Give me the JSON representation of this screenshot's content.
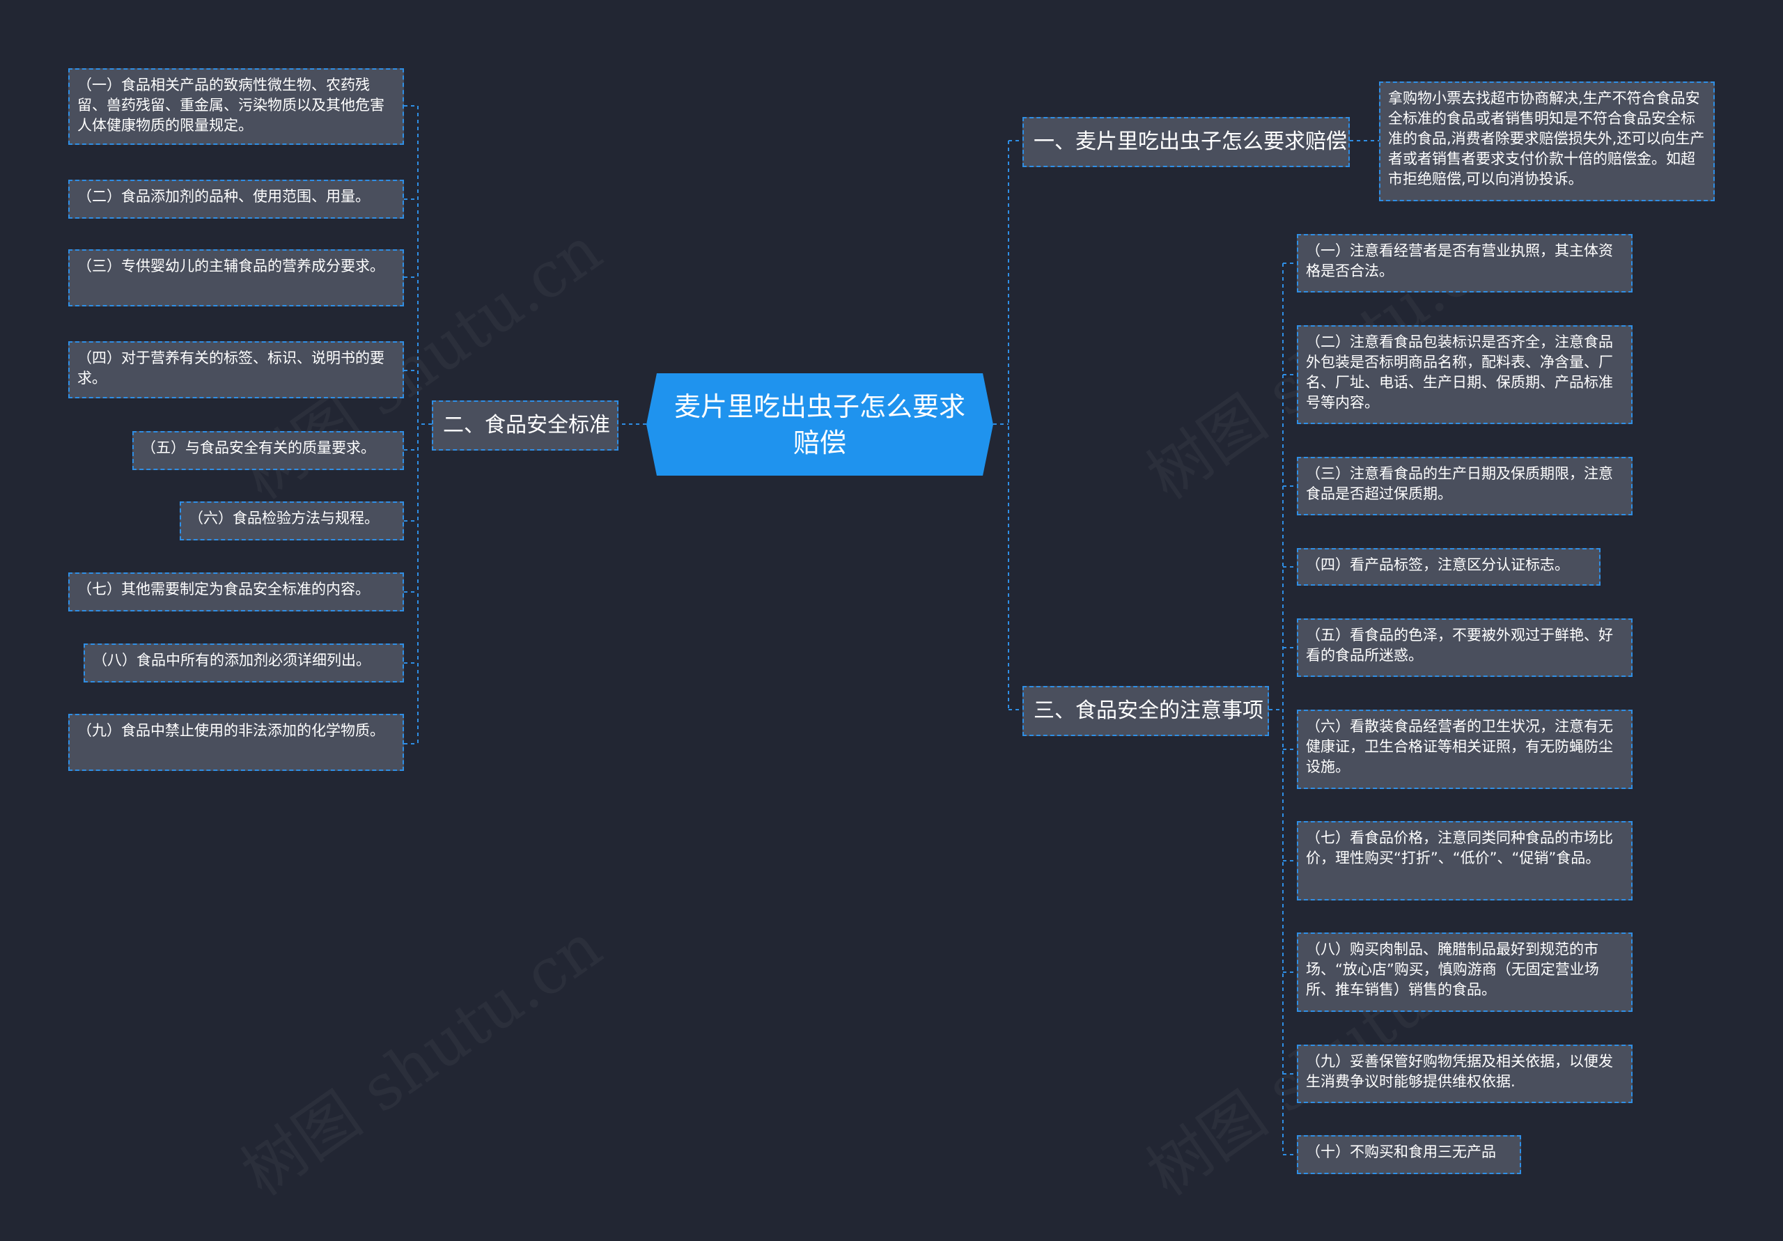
{
  "title": "麦片里吃出虫子怎么要求赔偿",
  "watermark": "树图 shutu.cn",
  "colors": {
    "background": "#222633",
    "root": "#1f93ee",
    "node": "#4a4f5d",
    "connector": "#2f8fe6"
  },
  "branches": {
    "b1": {
      "label": "一、麦片里吃出虫子怎么要求赔偿",
      "children": [
        "拿购物小票去找超市协商解决,生产不符合食品安全标准的食品或者销售明知是不符合食品安全标准的食品,消费者除要求赔偿损失外,还可以向生产者或者销售者要求支付价款十倍的赔偿金。如超市拒绝赔偿,可以向消协投诉。"
      ]
    },
    "b2": {
      "label": "二、食品安全标准",
      "children": [
        "（一）食品相关产品的致病性微生物、农药残留、兽药残留、重金属、污染物质以及其他危害人体健康物质的限量规定。",
        "（二）食品添加剂的品种、使用范围、用量。",
        "（三）专供婴幼儿的主辅食品的营养成分要求。",
        "（四）对于营养有关的标签、标识、说明书的要求。",
        "（五）与食品安全有关的质量要求。",
        "（六）食品检验方法与规程。",
        "（七）其他需要制定为食品安全标准的内容。",
        "（八）食品中所有的添加剂必须详细列出。",
        "（九）食品中禁止使用的非法添加的化学物质。"
      ]
    },
    "b3": {
      "label": "三、食品安全的注意事项",
      "children": [
        "（一）注意看经营者是否有营业执照，其主体资格是否合法。",
        "（二）注意看食品包装标识是否齐全，注意食品外包装是否标明商品名称，配料表、净含量、厂名、厂址、电话、生产日期、保质期、产品标准号等内容。",
        "（三）注意看食品的生产日期及保质期限，注意食品是否超过保质期。",
        "（四）看产品标签，注意区分认证标志。",
        "（五）看食品的色泽，不要被外观过于鲜艳、好看的食品所迷惑。",
        "（六）看散装食品经营者的卫生状况，注意有无健康证，卫生合格证等相关证照，有无防蝇防尘设施。",
        "（七）看食品价格，注意同类同种食品的市场比价，理性购买“打折”、“低价”、“促销”食品。",
        "（八）购买肉制品、腌腊制品最好到规范的市场、“放心店”购买，慎购游商（无固定营业场所、推车销售）销售的食品。",
        "（九）妥善保管好购物凭据及相关依据，以便发生消费争议时能够提供维权依据.",
        "（十）不购买和食用三无产品"
      ]
    }
  }
}
